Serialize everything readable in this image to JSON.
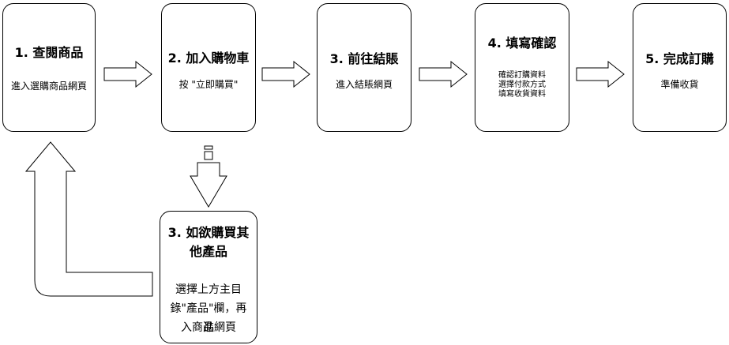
{
  "steps": [
    {
      "title": "1. 查閱商品",
      "desc": "進入選購商品網頁"
    },
    {
      "title": "2. 加入購物車",
      "desc": "按 \"立即購買\""
    },
    {
      "title": "3. 前往結賬",
      "desc": "進入結賬網頁"
    },
    {
      "title": "4. 填寫確認",
      "desc_lines": [
        "確認訂購資料",
        "選擇付款方式",
        "填寫收貨資料"
      ]
    },
    {
      "title": "5. 完成訂購",
      "desc": "準備收貨"
    }
  ],
  "side_step": {
    "title_lines": [
      "3. 如欲購買其",
      "他產品"
    ],
    "desc_lines": [
      "選擇上方主目",
      "錄\"產品\"欄，再進",
      "入商品網頁"
    ]
  },
  "colors": {
    "stroke": "#000000",
    "fill": "#ffffff"
  }
}
